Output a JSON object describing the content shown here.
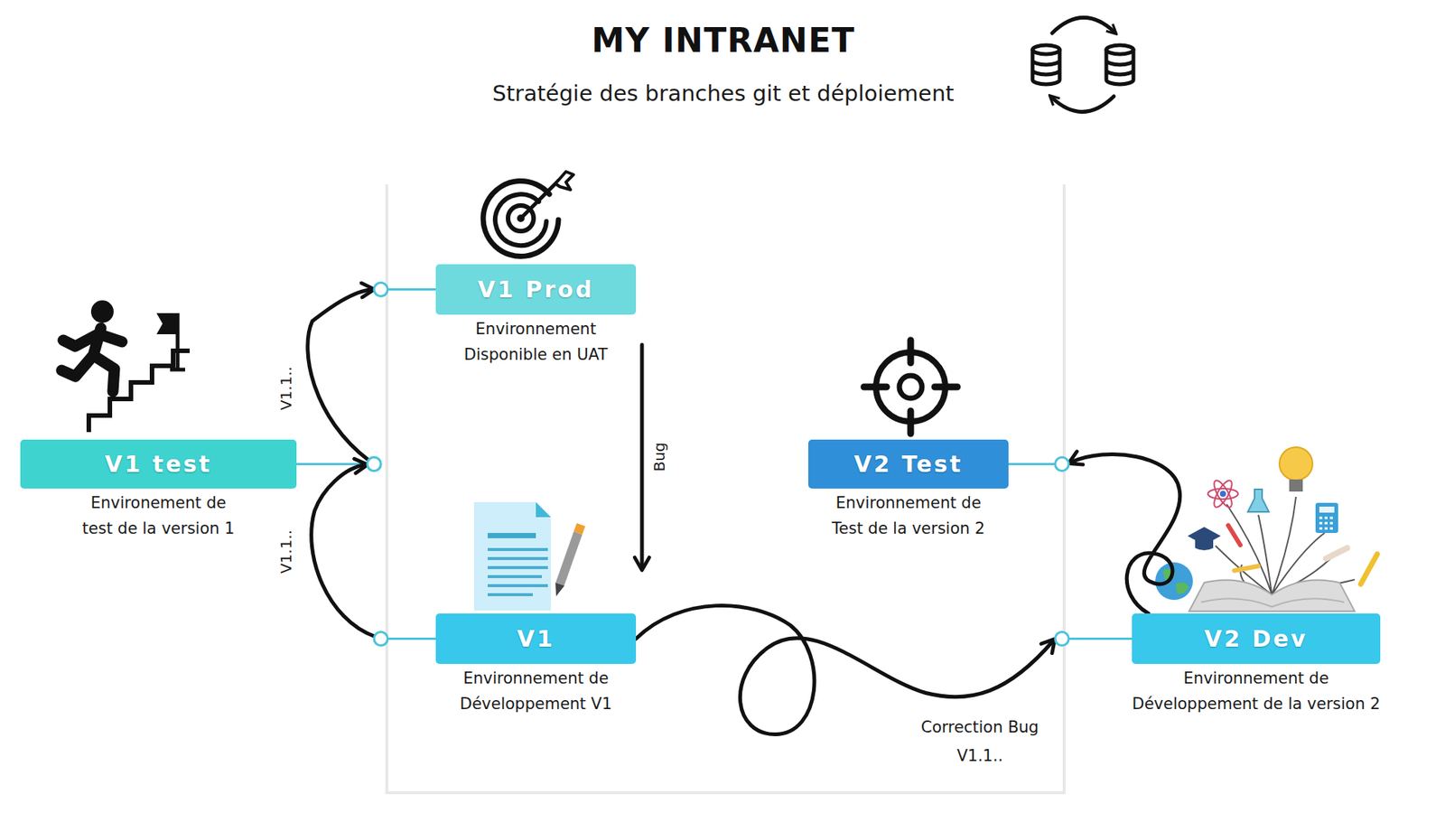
{
  "diagram": {
    "title": "MY INTRANET",
    "nodes": [
      {
        "text": [
          "V1 Prod",
          "Environnement Disponible en UAT"
        ]
      },
      {
        "text": [
          "V1 test",
          "Environement de test de la version 1"
        ]
      },
      {
        "text": [
          "V2 Test",
          "Environnement de Test de la version 2"
        ]
      },
      {
        "text": [
          "V1",
          "Environnement de Développement V1"
        ]
      },
      {
        "text": [
          "V2 Dev",
          "Environnement de Développement de la version 2"
        ]
      }
    ],
    "edges": [
      {
        "from": 1,
        "to": 0,
        "arrow": "to",
        "label": "V1.1.."
      },
      {
        "from": 3,
        "to": 1,
        "arrow": "to",
        "label": "V1.1.."
      },
      {
        "from": 0,
        "to": 3,
        "arrow": "to",
        "label": "Bug"
      },
      {
        "from": 3,
        "to": 4,
        "arrow": "to",
        "label": "Correction Bug V1.1.."
      },
      {
        "from": 4,
        "to": 2,
        "arrow": "to"
      }
    ],
    "labels": [
      "Stratégie des branches git et déploiement"
    ]
  }
}
